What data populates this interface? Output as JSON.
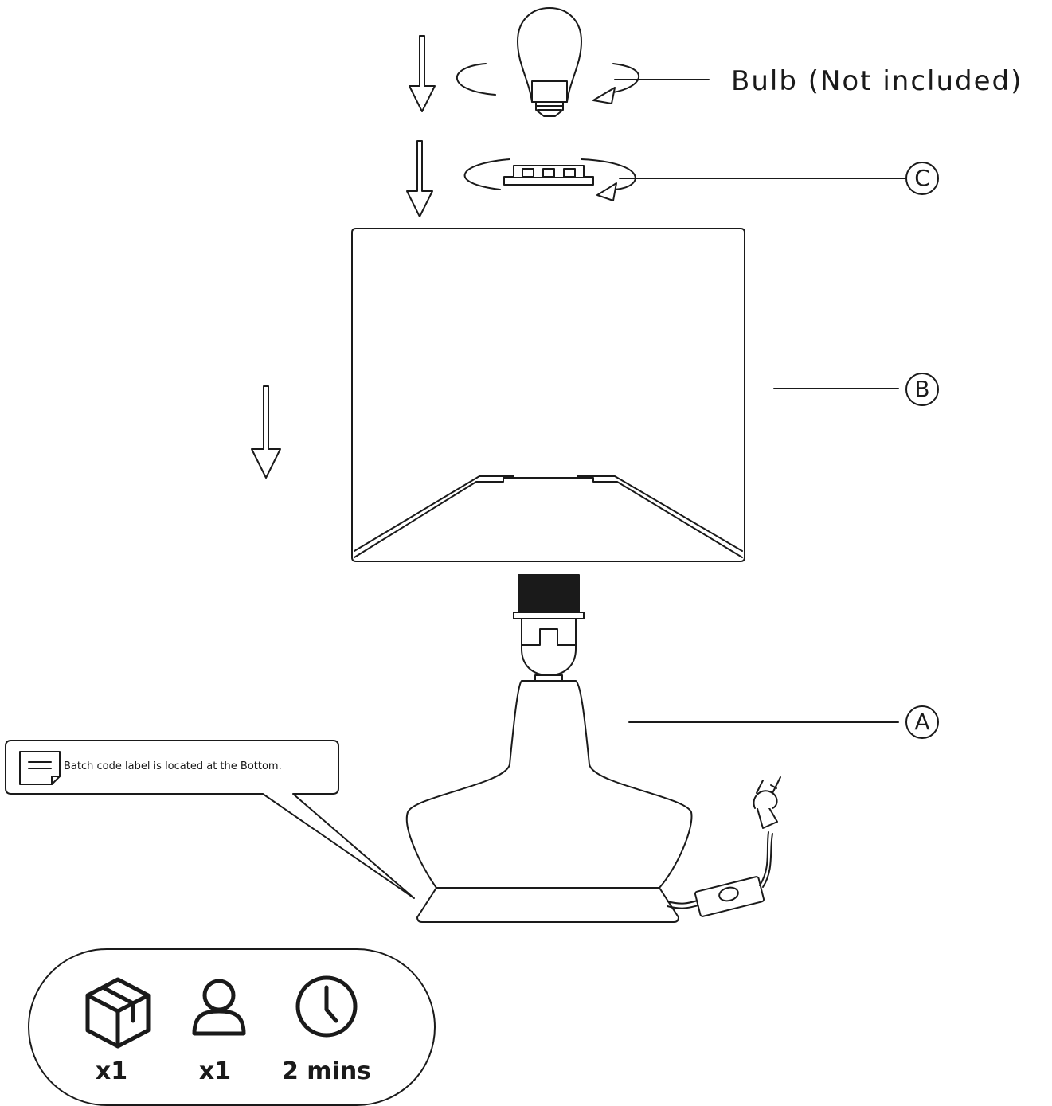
{
  "labels": {
    "bulb": "Bulb (Not included)",
    "part_c": "C",
    "part_b": "B",
    "part_a": "A"
  },
  "callout": {
    "text": "Batch code label is located at the Bottom.",
    "icon": "label-icon"
  },
  "summary": {
    "boxes": "x1",
    "persons": "x1",
    "time": "2 mins",
    "icons": [
      "box-icon",
      "person-icon",
      "clock-icon"
    ]
  },
  "colors": {
    "line": "#1a1a1a",
    "background": "#ffffff"
  }
}
